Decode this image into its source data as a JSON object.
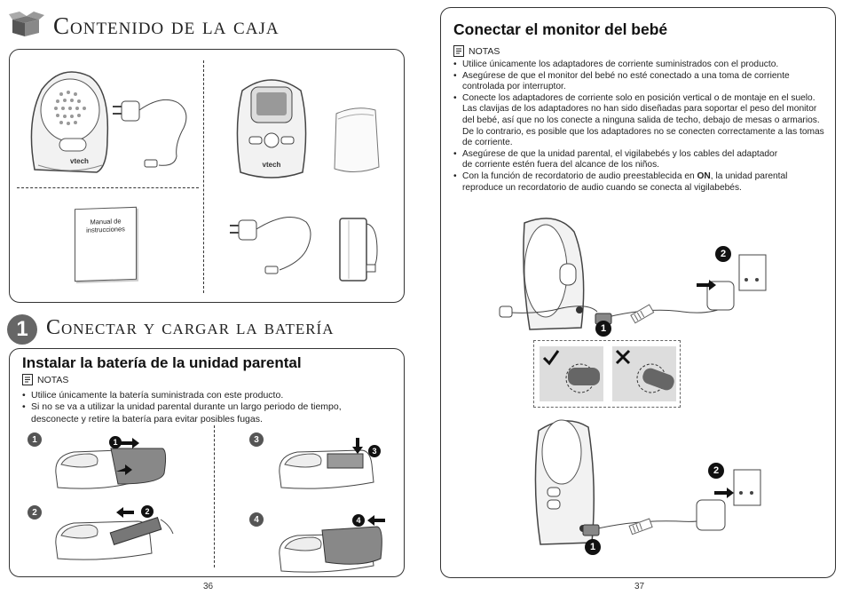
{
  "left": {
    "box_title": "Contenido de la caja",
    "manual_label_line1": "Manual de",
    "manual_label_line2": "instrucciones",
    "brand": "vtech",
    "section_number": "1",
    "section_title": "Conectar y cargar la batería",
    "subsection_title": "Instalar la batería de la unidad parental",
    "notes_label": "NOTAS",
    "notes": [
      "Utilice únicamente la batería suministrada con este producto.",
      "Si no se va a utilizar la unidad parental durante un largo periodo de tiempo,",
      "desconecte y retire la batería para evitar posibles fugas."
    ],
    "steps": [
      "1",
      "2",
      "3",
      "4"
    ],
    "callouts": [
      "1",
      "2",
      "3",
      "4"
    ],
    "page_number": "36"
  },
  "right": {
    "title": "Conectar el monitor del bebé",
    "notes_label": "NOTAS",
    "notes": [
      [
        "Utilice únicamente los adaptadores de corriente suministrados con el producto."
      ],
      [
        "Asegúrese de que el monitor del bebé no esté conectado a una toma de corriente",
        "controlada por interruptor."
      ],
      [
        "Conecte los adaptadores de corriente solo en posición vertical o de montaje en el suelo.",
        "Las clavijas de los adaptadores no han sido diseñadas para soportar el peso del monitor",
        "del bebé, así que no los conecte a ninguna salida de techo, debajo de mesas o armarios.",
        "De lo contrario, es posible que los adaptadores no se conecten correctamente a las tomas",
        "de corriente."
      ],
      [
        "Asegúrese de que la unidad parental, el vigilabebés y los cables del adaptador",
        "de corriente estén fuera del alcance de los niños."
      ]
    ],
    "note_last_pre": "Con la función de recordatorio de audio preestablecida en ",
    "note_last_bold": "ON",
    "note_last_post": ", la unidad parental",
    "note_last_line2": "reproduce un recordatorio de audio cuando se conecta al vigilabebés.",
    "callouts": [
      "1",
      "2",
      "1",
      "2"
    ],
    "page_number": "37"
  }
}
